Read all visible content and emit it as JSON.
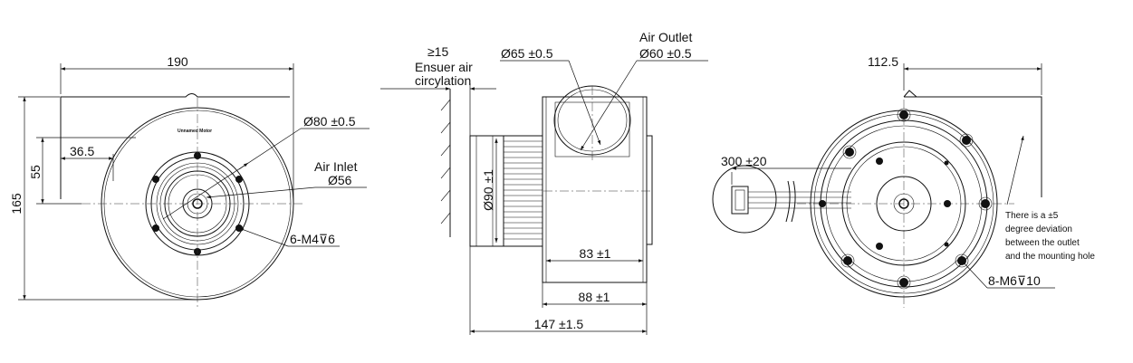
{
  "view1": {
    "width": "190",
    "height": "165",
    "offset_v": "55",
    "offset_h": "36.5",
    "diameter_outer": "Ø80 ±0.5",
    "inlet_label": "Air Inlet",
    "inlet_diameter": "Ø56",
    "screws": "6-M4",
    "screw_depth": "6",
    "depth_symbol": "⊽",
    "motor_brand": "Unnamed Motor"
  },
  "view2": {
    "clearance": "≥15",
    "clearance_note_1": "Ensuer air",
    "clearance_note_2": "circylation",
    "outer_diameter": "Ø65 ±0.5",
    "outlet_label": "Air Outlet",
    "outlet_diameter": "Ø60 ±0.5",
    "motor_diameter": "Ø90 ±1",
    "inner_length": "83 ±1",
    "housing_length": "88 ±1",
    "total_length": "147 ±1.5"
  },
  "view3": {
    "offset": "112.5",
    "cable_length": "300 ±20",
    "note_line1": "There is a ±5",
    "note_line2": "degree deviation",
    "note_line3": "between the outlet",
    "note_line4": "and the mounting hole",
    "screws": "8-M6",
    "screw_depth": "10",
    "depth_symbol": "⊽"
  }
}
